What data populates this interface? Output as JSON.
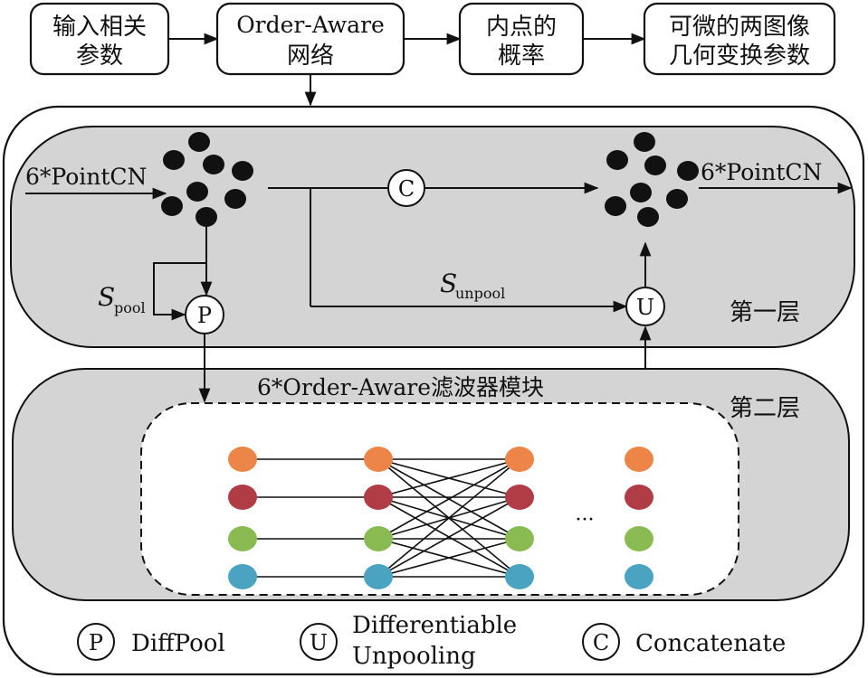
{
  "top_flow": {
    "input_line1": "输入相关",
    "input_line2": "参数",
    "network_line1": "Order-Aware",
    "network_line2": "网络",
    "prob_line1": "内点的",
    "prob_line2": "概率",
    "output_line1": "可微的两图像",
    "output_line2": "几何变换参数"
  },
  "layer1": {
    "label": "第一层",
    "in_pointcn": "6*PointCN",
    "out_pointcn": "6*PointCN",
    "concat_symbol": "C",
    "pool_symbol": "P",
    "unpool_symbol": "U",
    "s_pool_main": "S",
    "s_pool_sub": "pool",
    "s_unpool_main": "S",
    "s_unpool_sub": "unpool"
  },
  "layer2": {
    "label": "第二层",
    "filter_title": "6*Order-Aware滤波器模块",
    "ellipsis": "···",
    "node_colors": [
      "#ec8547",
      "#b03c46",
      "#8abb52",
      "#4aa3c0"
    ]
  },
  "legend": {
    "p_symbol": "P",
    "p_label": "DiffPool",
    "u_symbol": "U",
    "u_label_line1": "Differentiable",
    "u_label_line2": "Unpooling",
    "c_symbol": "C",
    "c_label": "Concatenate"
  }
}
